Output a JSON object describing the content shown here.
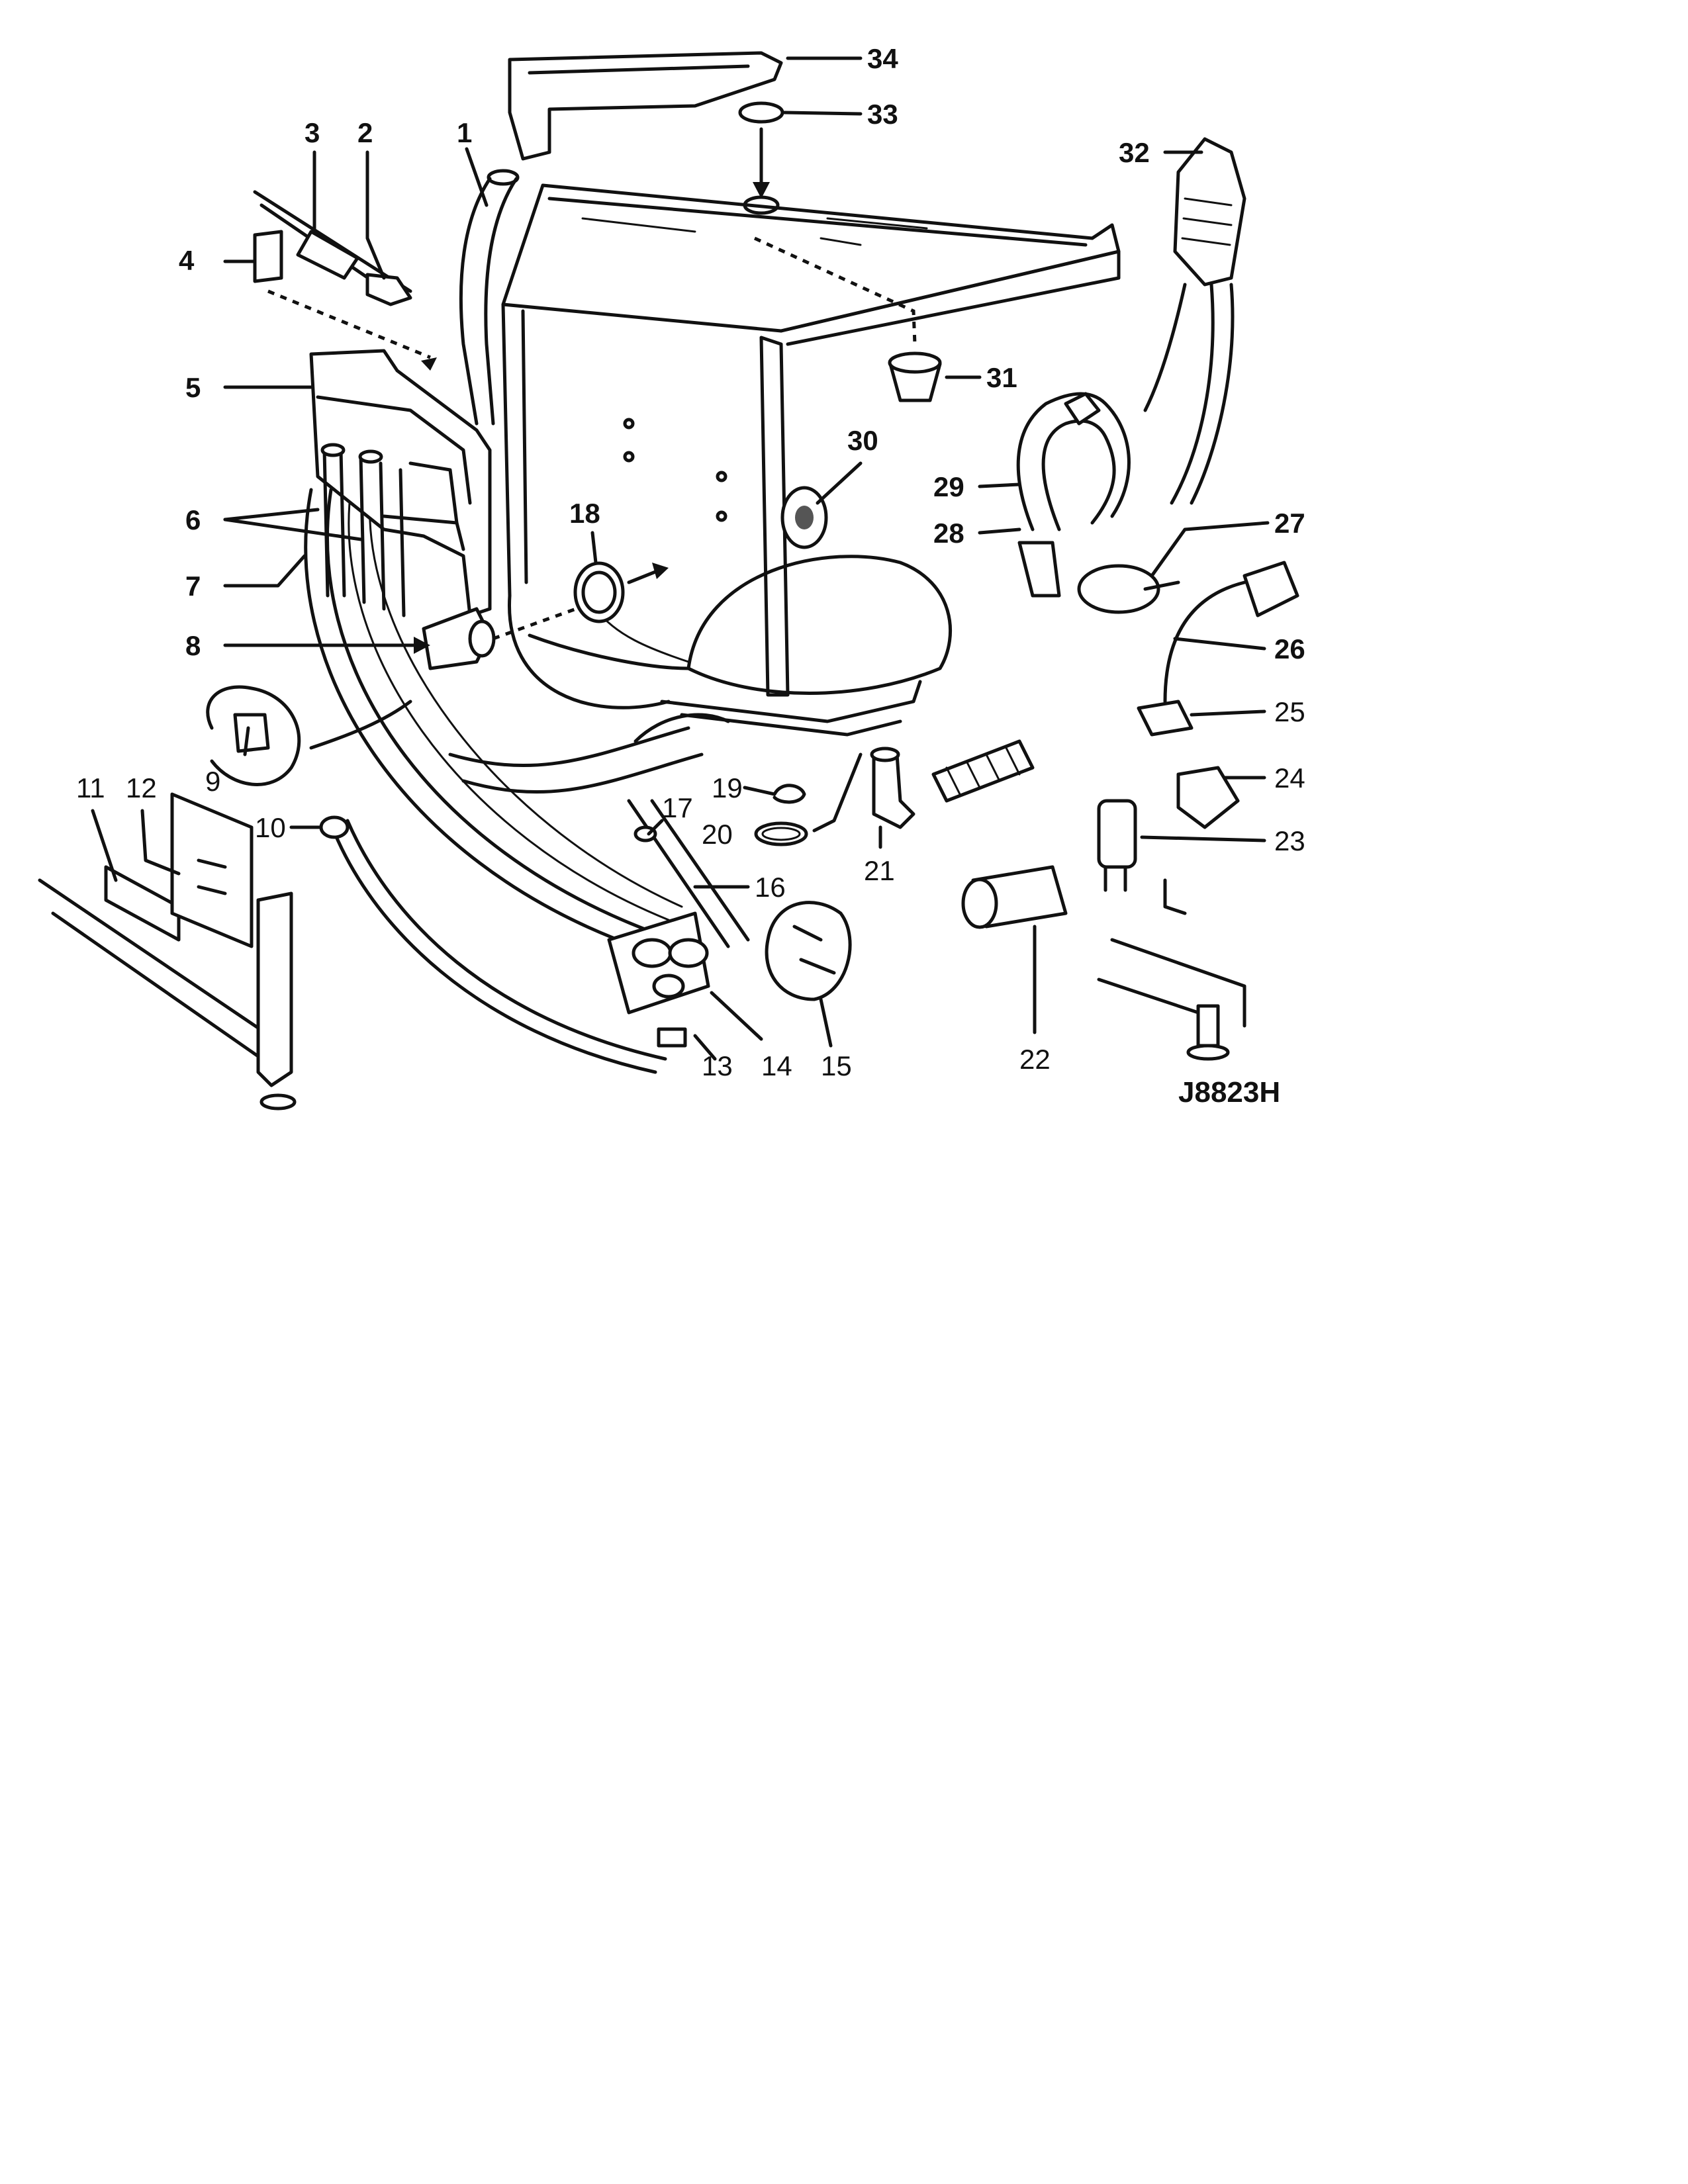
{
  "drawing_code": "J8823H",
  "callouts": {
    "c1": "1",
    "c2": "2",
    "c3": "3",
    "c4": "4",
    "c5": "5",
    "c6": "6",
    "c7": "7",
    "c8": "8",
    "c9": "9",
    "c10": "10",
    "c11": "11",
    "c12": "12",
    "c13": "13",
    "c14": "14",
    "c15": "15",
    "c16": "16",
    "c17": "17",
    "c18": "18",
    "c19": "19",
    "c20": "20",
    "c21": "21",
    "c22": "22",
    "c23": "23",
    "c24": "24",
    "c25": "25",
    "c26": "26",
    "c27": "27",
    "c28": "28",
    "c29": "29",
    "c30": "30",
    "c31": "31",
    "c32": "32",
    "c33": "33",
    "c34": "34"
  }
}
